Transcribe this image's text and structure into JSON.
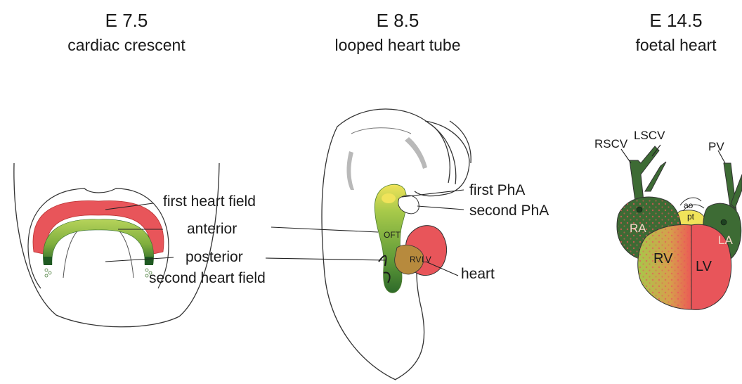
{
  "stages": [
    {
      "title": "E 7.5",
      "subtitle": "cardiac crescent"
    },
    {
      "title": "E 8.5",
      "subtitle": "looped heart tube"
    },
    {
      "title": "E 14.5",
      "subtitle": "foetal heart"
    }
  ],
  "e75_labels": {
    "first_heart_field": "first heart field",
    "anterior": "anterior",
    "posterior": "posterior",
    "second_heart_field": "second heart field"
  },
  "e85_labels": {
    "first_pha": "first PhA",
    "second_pha": "second PhA",
    "heart": "heart",
    "oft": "OFT",
    "lv": "LV",
    "rv": "RV"
  },
  "e145_labels": {
    "rscv": "RSCV",
    "lscv": "LSCV",
    "pv": "PV",
    "ao": "ao",
    "pt": "pt",
    "ra": "RA",
    "la": "LA",
    "rv": "RV",
    "lv": "LV"
  },
  "colors": {
    "first_heart_field": "#e8555a",
    "second_heart_field_light": "#8dbb45",
    "second_heart_field_dark": "#2f6b2b",
    "outflow_yellow": "#f0e35a",
    "outline": "#333333"
  }
}
